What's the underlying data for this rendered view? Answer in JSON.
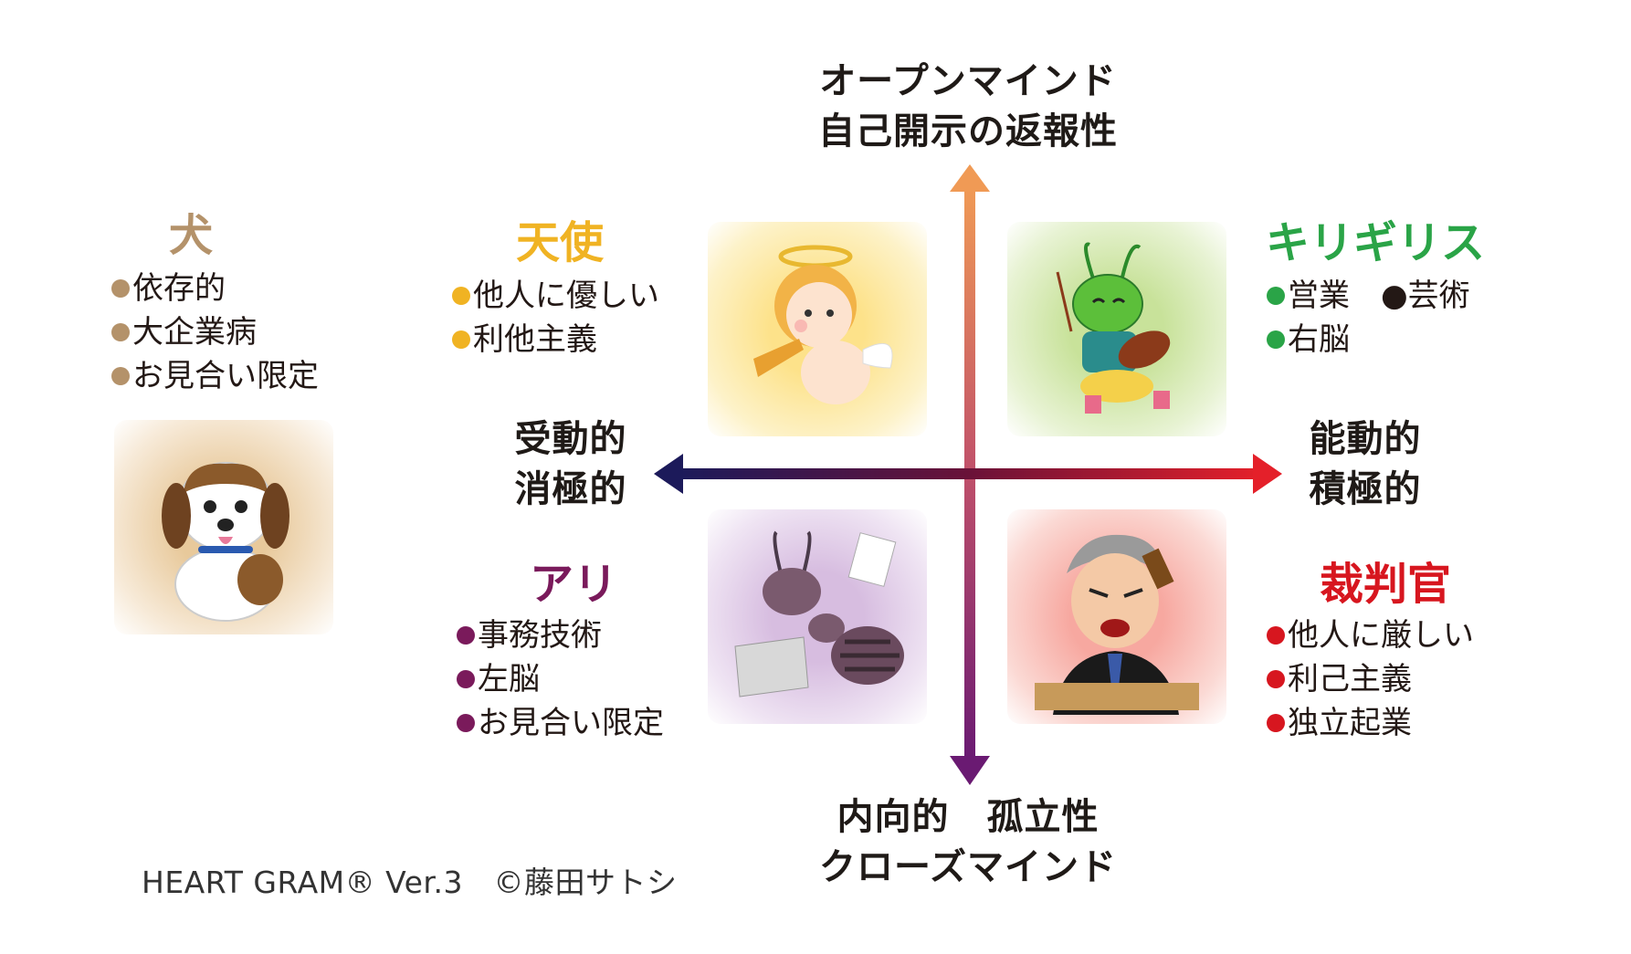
{
  "axes": {
    "top": [
      "オープンマインド",
      "自己開示の返報性"
    ],
    "bottom": [
      "内向的　孤立性",
      "クローズマインド"
    ],
    "left": [
      "受動的",
      "消極的"
    ],
    "right": [
      "能動的",
      "積極的"
    ]
  },
  "quadrants": {
    "dog": {
      "title": "犬",
      "color": "#b4926a",
      "items": [
        "依存的",
        "大企業病",
        "お見合い限定"
      ]
    },
    "angel": {
      "title": "天使",
      "color": "#f0b323",
      "items": [
        "他人に優しい",
        "利他主義"
      ]
    },
    "grasshopper": {
      "title": "キリギリス",
      "color": "#2aa447",
      "items": [
        "営業　●芸術",
        "右脳"
      ]
    },
    "ant": {
      "title": "アリ",
      "color": "#7a1a5b",
      "items": [
        "事務技術",
        "左脳",
        "お見合い限定"
      ]
    },
    "judge": {
      "title": "裁判官",
      "color": "#d7161f",
      "items": [
        "他人に厳しい",
        "利己主義",
        "独立起業"
      ]
    }
  },
  "icons": {
    "dog": "dog-illustration-icon",
    "angel": "angel-illustration-icon",
    "grasshopper": "grasshopper-illustration-icon",
    "ant": "ant-illustration-icon",
    "judge": "judge-illustration-icon"
  },
  "colors": {
    "arrow_up": "#ee9a55",
    "arrow_down": "#6b1a73",
    "arrow_left": "#1a1a5a",
    "arrow_right": "#e0222a"
  },
  "footer": "HEART GRAM®  Ver.3　©藤田サトシ"
}
